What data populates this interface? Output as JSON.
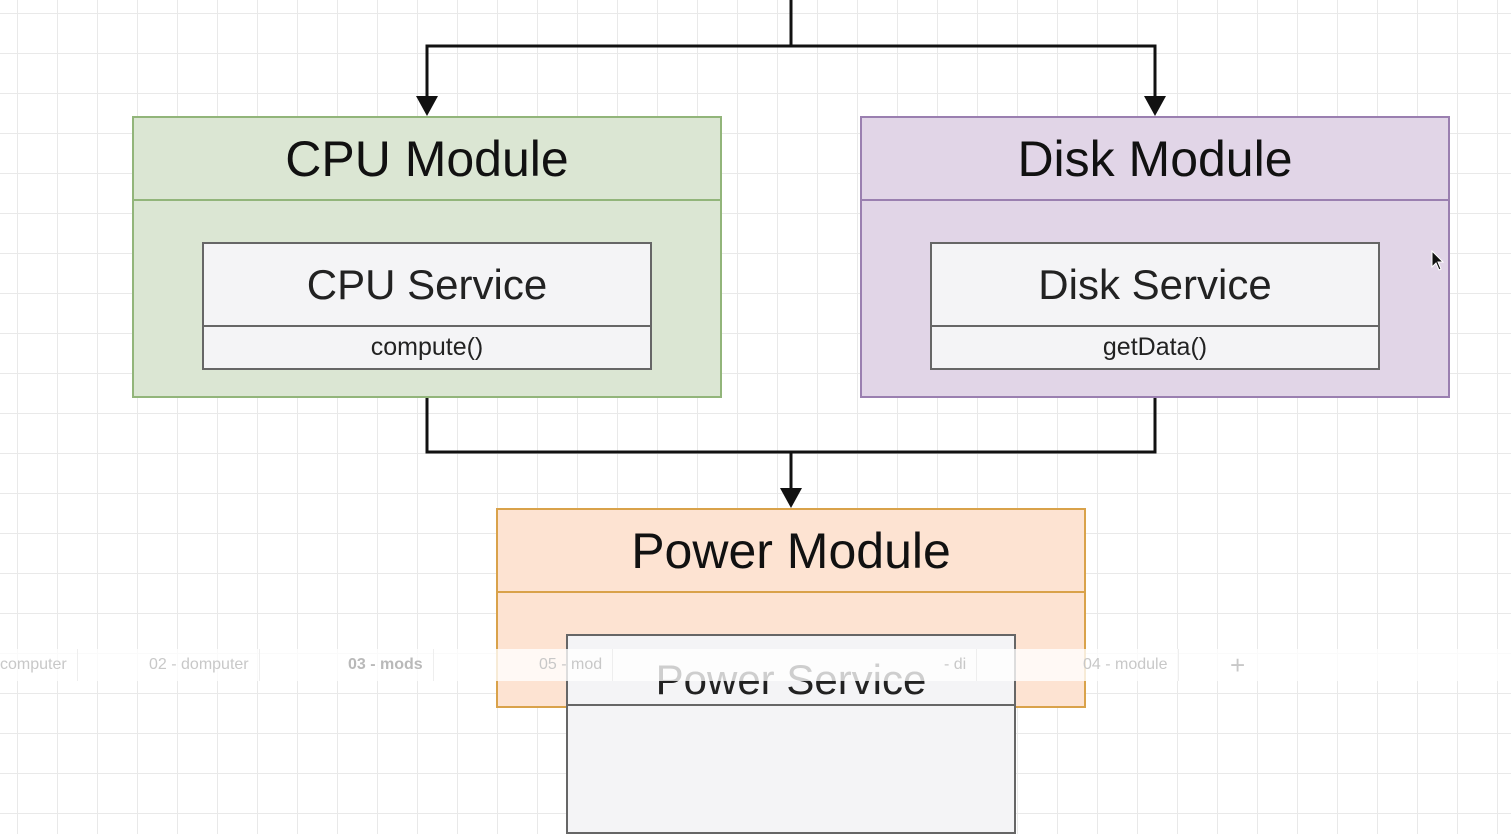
{
  "modules": {
    "cpu": {
      "title": "CPU Module",
      "service_title": "CPU Service",
      "method": "compute()",
      "color": "#dbe6d3"
    },
    "disk": {
      "title": "Disk Module",
      "service_title": "Disk Service",
      "method": "getData()",
      "color": "#e1d5e7"
    },
    "power": {
      "title": "Power Module",
      "service_title": "Power Service",
      "color": "#fde3d2"
    }
  },
  "tabs": [
    {
      "label": "computer"
    },
    {
      "label": "02 - domputer"
    },
    {
      "label": "03 - mods",
      "active": true
    },
    {
      "label": "05 - mod"
    },
    {
      "label": "- di"
    },
    {
      "label": "04 - module"
    }
  ],
  "add_tab_icon": "+",
  "icons": {
    "cursor": "mouse-pointer-icon",
    "arrows": "arrowhead-icon"
  }
}
